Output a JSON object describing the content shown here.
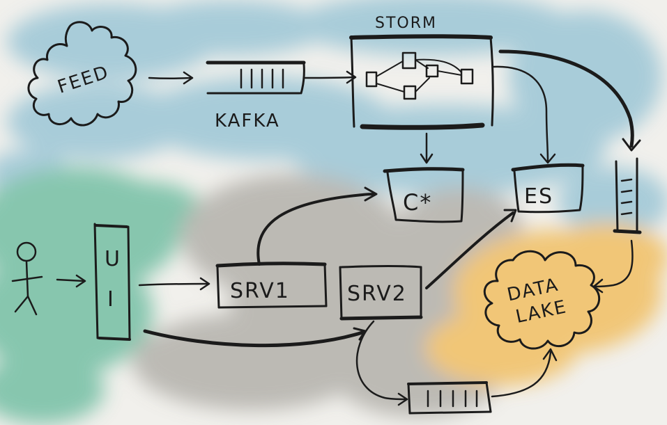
{
  "diagram": {
    "labels": {
      "feed": "FEED",
      "kafka": "KAFKA",
      "storm": "STORM",
      "cassandra": "C*",
      "es": "ES",
      "ui_u": "U",
      "ui_i": "I",
      "srv1": "SRV1",
      "srv2": "SRV2",
      "datalake_line1": "DATA",
      "datalake_line2": "LAKE"
    },
    "colors": {
      "blue_wash": "#9cc6d6",
      "green_wash": "#74bfa4",
      "gray_wash": "#b3b1ab",
      "orange_wash": "#f1bf64",
      "ink": "#1b1b1b",
      "paper": "#f1f0ec"
    }
  }
}
